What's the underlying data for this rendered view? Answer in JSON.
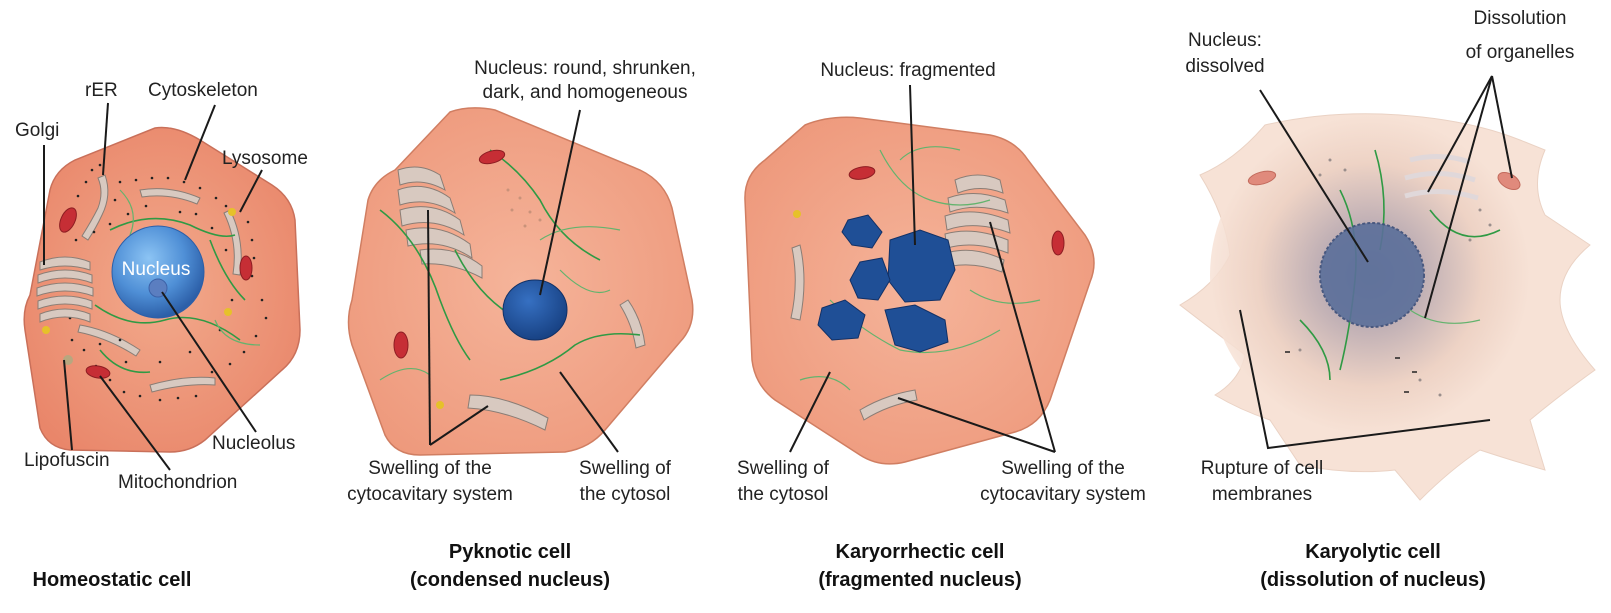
{
  "cells": [
    {
      "title_line1": "Homeostatic cell",
      "title_line2": "",
      "labels": {
        "rer": "rER",
        "cytoskeleton": "Cytoskeleton",
        "golgi": "Golgi",
        "lysosome": "Lysosome",
        "nucleus": "Nucleus",
        "lipofuscin": "Lipofuscin",
        "nucleolus": "Nucleolus",
        "mitochondrion": "Mitochondrion"
      }
    },
    {
      "title_line1": "Pyknotic cell",
      "title_line2": "(condensed nucleus)",
      "labels": {
        "nucleus_line1": "Nucleus: round, shrunken,",
        "nucleus_line2": "dark, and homogeneous",
        "swell_cyto_line1": "Swelling of the",
        "swell_cyto_line2": "cytocavitary system",
        "swell_sol_line1": "Swelling of",
        "swell_sol_line2": "the cytosol"
      }
    },
    {
      "title_line1": "Karyorrhectic cell",
      "title_line2": "(fragmented nucleus)",
      "labels": {
        "nucleus": "Nucleus: fragmented",
        "swell_sol_line1": "Swelling of",
        "swell_sol_line2": "the cytosol",
        "swell_cyto_line1": "Swelling of the",
        "swell_cyto_line2": "cytocavitary system"
      }
    },
    {
      "title_line1": "Karyolytic cell",
      "title_line2": "(dissolution of nucleus)",
      "labels": {
        "nucleus_line1": "Nucleus:",
        "nucleus_line2": "dissolved",
        "dissolution_line1": "Dissolution",
        "dissolution_line2": "of organelles",
        "rupture_line1": "Rupture of cell",
        "rupture_line2": "membranes"
      }
    }
  ],
  "colors": {
    "cell_fill": "#f0a07f",
    "cell_stroke": "#c9705a",
    "nucleus_normal": "#4f8fd6",
    "nucleus_condensed": "#1f4f96",
    "filament": "#2f9a44",
    "mitochondrion": "#c62e35"
  }
}
